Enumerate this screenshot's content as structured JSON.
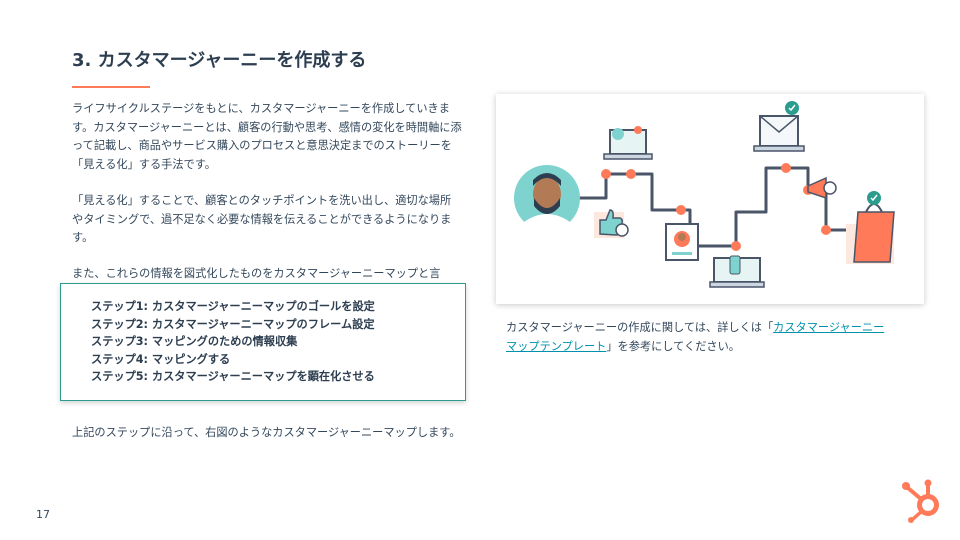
{
  "slide": {
    "title": "3. カスタマージャーニーを作成する",
    "paragraphs": [
      "ライフサイクルステージをもとに、カスタマージャーニーを作成していきます。カスタマージャーニーとは、顧客の行動や思考、感情の変化を時間軸に添って記載し、商品やサービス購入のプロセスと意思決定までのストーリーを「見える化」する手法です。",
      "「見える化」することで、顧客とのタッチポイントを洗い出し、適切な場所やタイミングで、過不足なく必要な情報を伝えることができるようになります。",
      "また、これらの情報を図式化したものをカスタマージャーニーマップと言"
    ],
    "steps": [
      "ステップ1: カスタマージャーニーマップのゴールを設定",
      "ステップ2: カスタマージャーニーマップのフレーム設定",
      "ステップ3: マッピングのための情報収集",
      "ステップ4: マッピングする",
      "ステップ5: カスタマージャーニーマップを顕在化させる"
    ],
    "closing": "上記のステップに沿って、右図のようなカスタマージャーニーマップします。",
    "note": {
      "before": "カスタマージャーニーの作成に関しては、詳しくは「",
      "link": "カスタマージャーニーマップテンプレート",
      "after": "」を参考にしてください。"
    },
    "page_number": "17"
  },
  "icons": [
    "customer-avatar-icon",
    "laptop-chat-icon",
    "thumbs-up-icon",
    "video-call-icon",
    "mobile-icon",
    "email-icon",
    "megaphone-icon",
    "shopping-bag-icon",
    "hubspot-logo-icon"
  ],
  "colors": {
    "accent": "#ff7a59",
    "teal": "#2a9d8f",
    "link": "#0091ae",
    "text": "#33475b"
  }
}
